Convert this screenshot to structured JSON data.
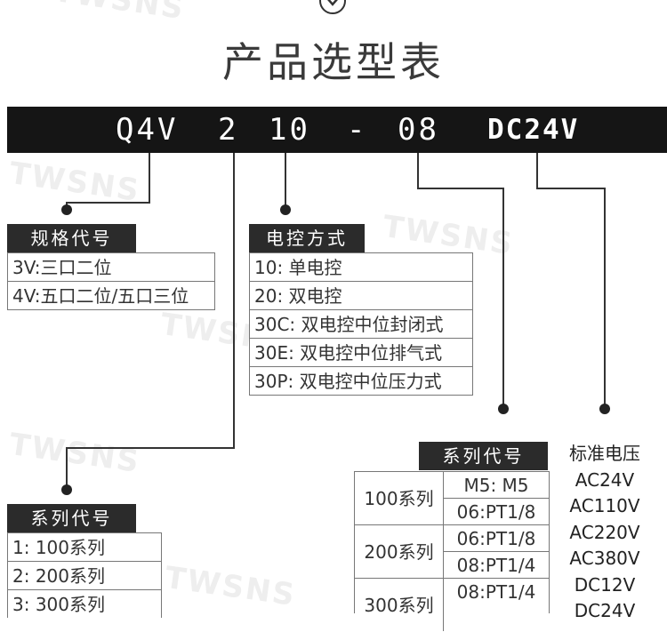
{
  "page_title": "产品选型表",
  "model_code": {
    "series": "Q4V",
    "size": "2",
    "control": "10",
    "separator": "-",
    "port": "08",
    "voltage": "DC24V"
  },
  "spec_table": {
    "header": "规格代号",
    "rows": [
      "3V:三口二位",
      "4V:五口二位/五口三位"
    ]
  },
  "control_table": {
    "header": "电控方式",
    "rows": [
      "10:  单电控",
      "20:  双电控",
      "30C: 双电控中位封闭式",
      "30E: 双电控中位排气式",
      "30P: 双电控中位压力式"
    ]
  },
  "series_table": {
    "header": "系列代号",
    "rows": [
      "1:   100系列",
      "2:   200系列",
      "3:   300系列"
    ]
  },
  "port_table": {
    "header": "系列代号",
    "groups": [
      {
        "name": "100系列",
        "items": [
          "M5:  M5",
          "06:PT1/8"
        ]
      },
      {
        "name": "200系列",
        "items": [
          "06:PT1/8",
          "08:PT1/4"
        ]
      },
      {
        "name": "300系列",
        "items": [
          "08:PT1/4",
          ""
        ]
      }
    ]
  },
  "voltage_list": {
    "title": "标准电压",
    "items": [
      "AC24V",
      "AC110V",
      "AC220V",
      "AC380V",
      "DC12V",
      "DC24V"
    ]
  },
  "watermark": "TWSNS"
}
